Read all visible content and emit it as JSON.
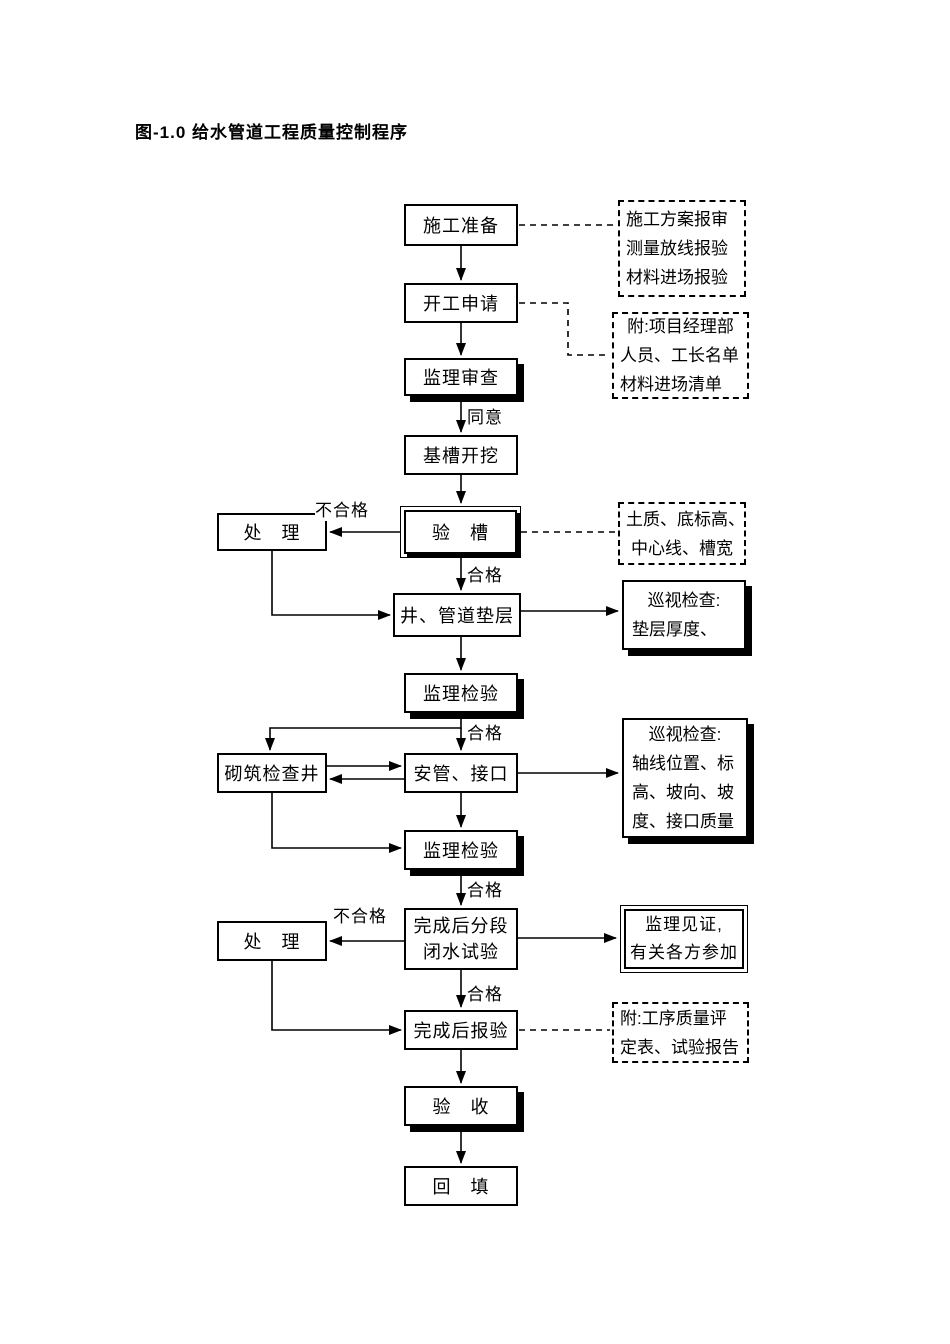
{
  "title": "图-1.0 给水管道工程质量控制程序",
  "labels": {
    "agree": "同意",
    "pass": "合格",
    "fail": "不合格"
  },
  "nodes": {
    "prep": "施工准备",
    "apply": "开工申请",
    "review": "监理审查",
    "excavate": "基槽开挖",
    "handle": "处　理",
    "inspect_trench": "验　槽",
    "cushion": "井、管道垫层",
    "supervise_inspect": "监理检验",
    "mason_well": "砌筑检查井",
    "pipe_joint": "安管、接口",
    "watertest_line1": "完成后分段",
    "watertest_line2": "闭水试验",
    "report": "完成后报验",
    "accept": "验　收",
    "backfill": "回　填"
  },
  "annotations": {
    "dashed1": [
      "施工方案报审",
      "测量放线报验",
      "材料进场报验"
    ],
    "dashed2": [
      "附:项目经理部",
      "人员、工长名单",
      "材料进场清单"
    ],
    "dashed3": [
      "土质、底标高、",
      "中心线、槽宽"
    ],
    "patrol1": [
      "巡视检查:",
      "垫层厚度、"
    ],
    "patrol2": [
      "巡视检查:",
      "轴线位置、标",
      "高、坡向、坡",
      "度、接口质量"
    ],
    "witness": [
      "监理见证,",
      "有关各方参加"
    ],
    "dashed4": [
      "附:工序质量评",
      "定表、试验报告"
    ]
  },
  "colors": {
    "line": "#000000",
    "background": "#ffffff"
  }
}
